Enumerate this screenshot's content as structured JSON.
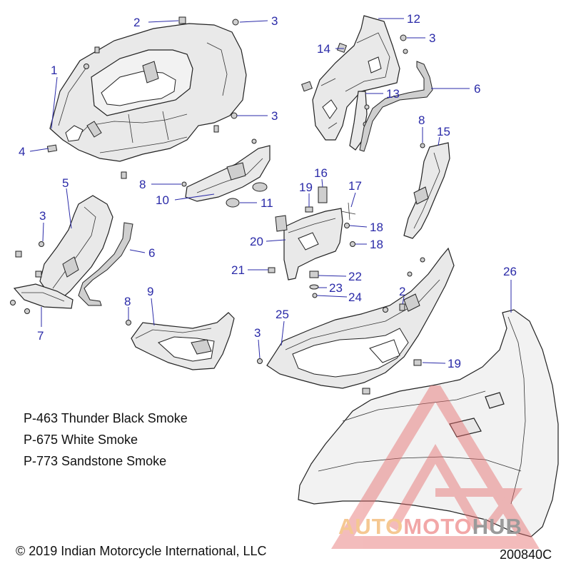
{
  "callouts": [
    {
      "id": "c1",
      "text": "1"
    },
    {
      "id": "c2a",
      "text": "2"
    },
    {
      "id": "c3a",
      "text": "3"
    },
    {
      "id": "c3b",
      "text": "3"
    },
    {
      "id": "c4",
      "text": "4"
    },
    {
      "id": "c12",
      "text": "12"
    },
    {
      "id": "c3c",
      "text": "3"
    },
    {
      "id": "c14",
      "text": "14"
    },
    {
      "id": "c6a",
      "text": "6"
    },
    {
      "id": "c13",
      "text": "13"
    },
    {
      "id": "c8a",
      "text": "8"
    },
    {
      "id": "c15",
      "text": "15"
    },
    {
      "id": "c5",
      "text": "5"
    },
    {
      "id": "c3d",
      "text": "3"
    },
    {
      "id": "c6b",
      "text": "6"
    },
    {
      "id": "c8b",
      "text": "8"
    },
    {
      "id": "c10",
      "text": "10"
    },
    {
      "id": "c11",
      "text": "11"
    },
    {
      "id": "c16",
      "text": "16"
    },
    {
      "id": "c19a",
      "text": "19"
    },
    {
      "id": "c17",
      "text": "17"
    },
    {
      "id": "c18a",
      "text": "18"
    },
    {
      "id": "c20",
      "text": "20"
    },
    {
      "id": "c18b",
      "text": "18"
    },
    {
      "id": "c21",
      "text": "21"
    },
    {
      "id": "c22",
      "text": "22"
    },
    {
      "id": "c23",
      "text": "23"
    },
    {
      "id": "c24",
      "text": "24"
    },
    {
      "id": "c7",
      "text": "7"
    },
    {
      "id": "c8c",
      "text": "8"
    },
    {
      "id": "c9",
      "text": "9"
    },
    {
      "id": "c25",
      "text": "25"
    },
    {
      "id": "c3e",
      "text": "3"
    },
    {
      "id": "c2b",
      "text": "2"
    },
    {
      "id": "c26",
      "text": "26"
    },
    {
      "id": "c19b",
      "text": "19"
    }
  ],
  "color_options": [
    "P-463 Thunder Black Smoke",
    "P-675 White Smoke",
    "P-773 Sandstone Smoke"
  ],
  "copyright": "© 2019 Indian Motorcycle International, LLC",
  "drawing_number": "200840C",
  "watermark": {
    "part1": "AUTO",
    "part2": "MOTO",
    "part3": "HUB",
    "color_auto": "#f5c892",
    "color_moto": "#f2a7a7",
    "color_hub": "#9a9a9a"
  },
  "colors": {
    "callout_text": "#2a2aa8",
    "line_art": "#222222"
  }
}
